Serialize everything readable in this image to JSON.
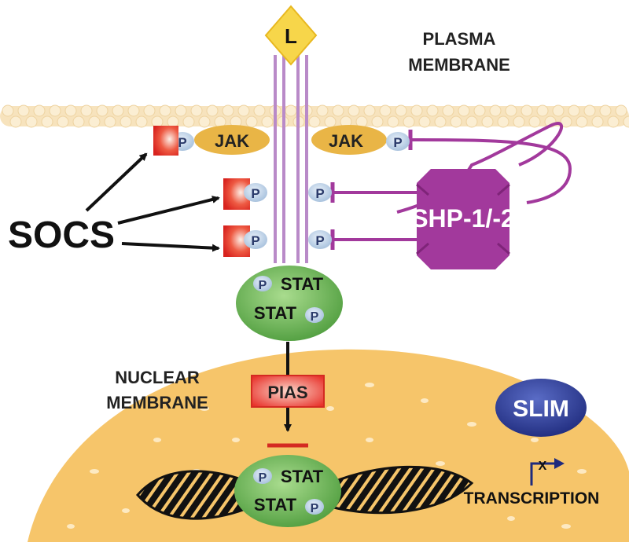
{
  "ligand": {
    "label": "L"
  },
  "plasma_membrane": {
    "line1": "PLASMA",
    "line2": "MEMBRANE"
  },
  "nuclear_membrane": {
    "line1": "NUCLEAR",
    "line2": "MEMBRANE"
  },
  "jak": {
    "left": "JAK",
    "right": "JAK"
  },
  "phospho": "P",
  "socs": {
    "label": "SOCS"
  },
  "shp": {
    "label": "SHP-1/-2"
  },
  "stat_dimer_cytoplasm": {
    "top": "STAT",
    "bottom": "STAT"
  },
  "stat_dimer_nucleus": {
    "top": "STAT",
    "bottom": "STAT"
  },
  "pias": {
    "label": "PIAS"
  },
  "slim": {
    "label": "SLIM"
  },
  "transcription": {
    "label": "TRANSCRIPTION",
    "block_mark": "X"
  },
  "colors": {
    "membrane": "#f5dcae",
    "nucleus": "#f6c56a",
    "receptor": "#b98ac8",
    "jak": "#e9b546",
    "phospho": "#b9cfe6",
    "socs": "#e8312b",
    "shp": "#a2399c",
    "stat": "#71b95b",
    "slim": "#2a3a94",
    "ligand": "#f7d64a"
  }
}
